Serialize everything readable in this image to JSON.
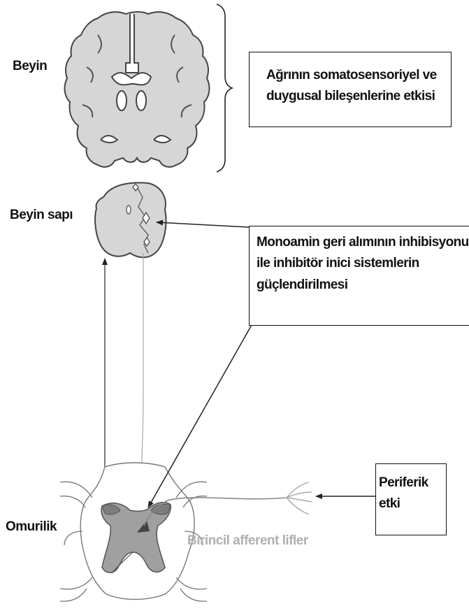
{
  "labels": {
    "brain": "Beyin",
    "brainstem": "Beyin sapı",
    "spinal_cord": "Omurilik",
    "primary_afferent": "Birincil afferent lifler"
  },
  "boxes": {
    "brain_effect": {
      "line1": "Ağrının somatosensoriyel ve",
      "line2": "duygusal bileşenlerine etkisi"
    },
    "monoamine": {
      "line1": "Monoamin geri alımının inhibisyonu",
      "line2": "ile inhibitör inici sistemlerin",
      "line3": "güçlendirilmesi"
    },
    "peripheral": {
      "line1": "Periferik",
      "line2": "etki"
    }
  },
  "colors": {
    "tissue_fill": "#dcdcdc",
    "gray_matter": "#9a9a9a",
    "afferent_text": "#b0b0b0",
    "line": "#222222"
  }
}
